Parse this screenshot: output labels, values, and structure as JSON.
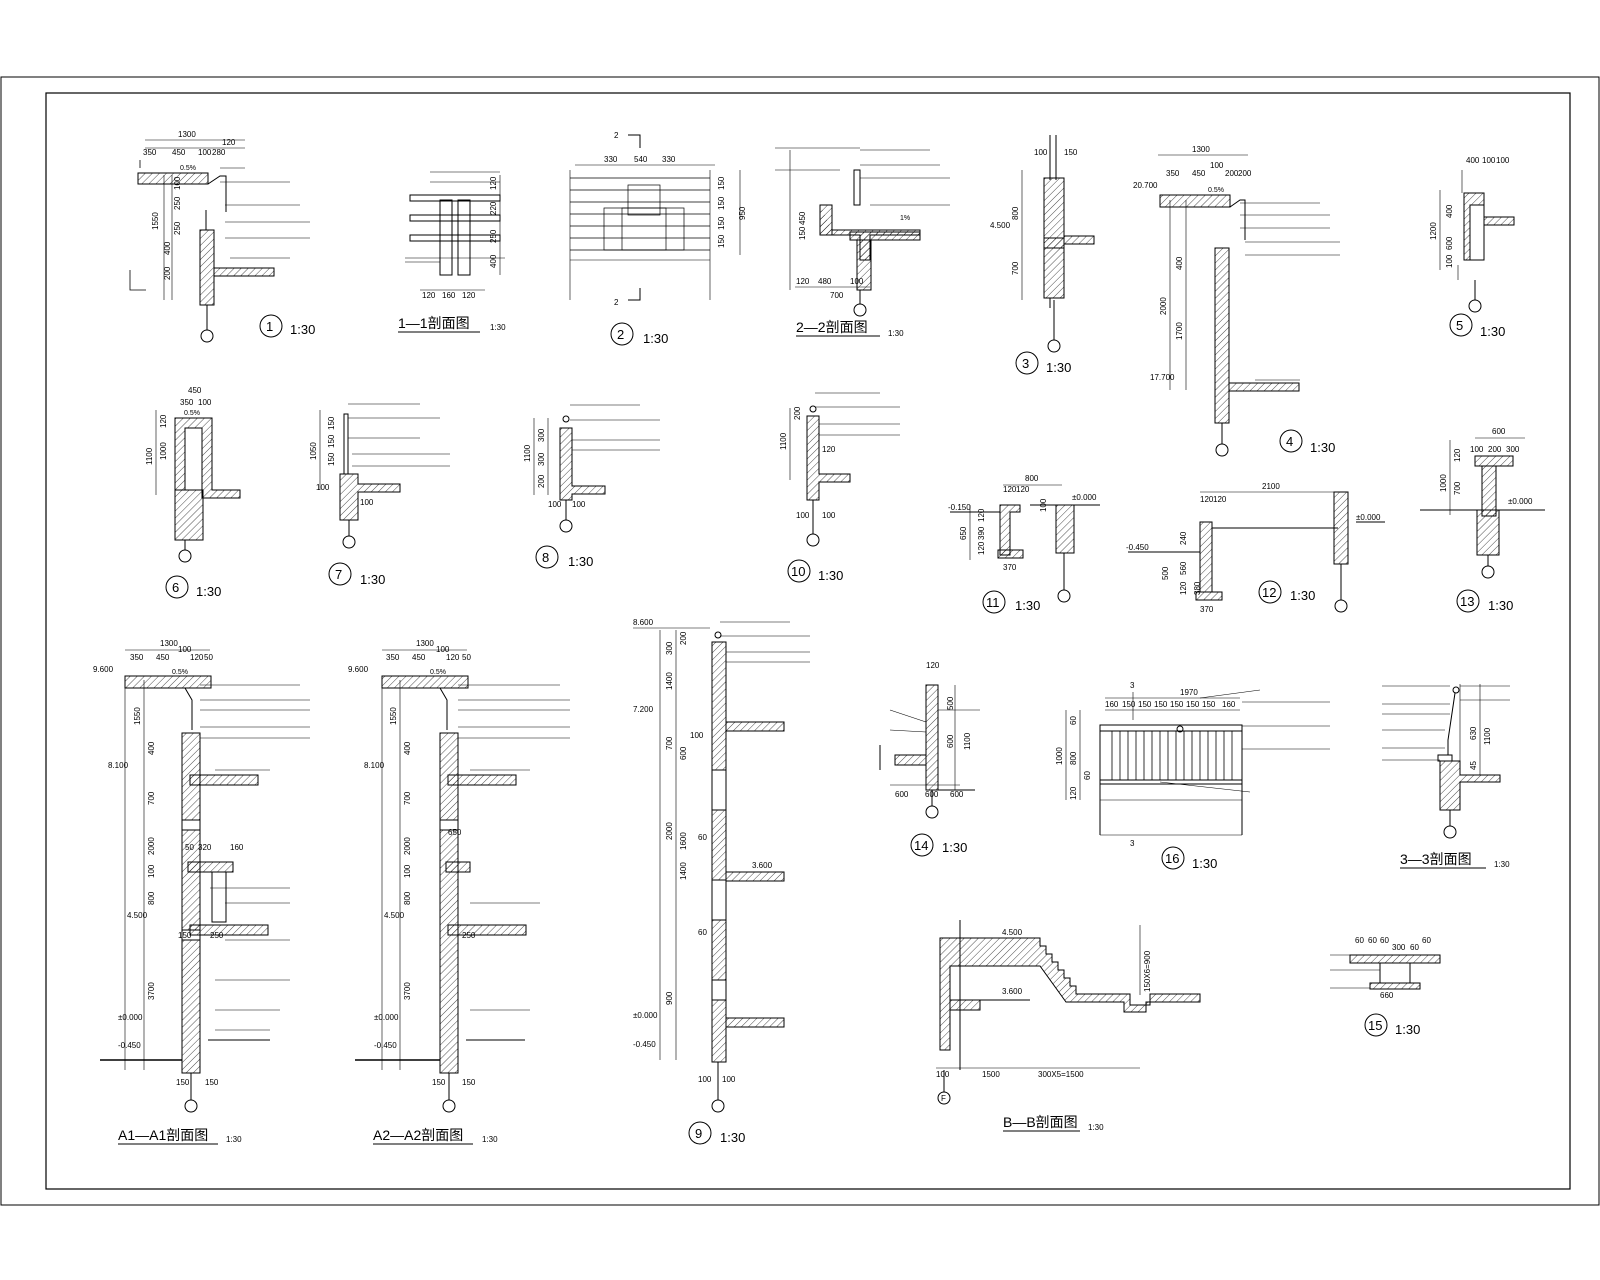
{
  "details": [
    {
      "num": "1",
      "scale": "1:30",
      "dims": [
        "1300",
        "120",
        "350",
        "450",
        "100",
        "280",
        "1550",
        "400",
        "200",
        "250",
        "250",
        "100",
        "0.5%"
      ]
    },
    {
      "num": "2",
      "scale": "1:30",
      "section_mark": "2",
      "dims": [
        "330",
        "540",
        "330",
        "950",
        "150",
        "150",
        "150",
        "150",
        "150",
        "150"
      ]
    },
    {
      "num": "3",
      "scale": "1:30",
      "dims": [
        "100",
        "150",
        "800",
        "4.500",
        "700"
      ]
    },
    {
      "num": "4",
      "scale": "1:30",
      "dims": [
        "1300",
        "350",
        "450",
        "100",
        "200",
        "200",
        "20.700",
        "0.5%",
        "2000",
        "1700",
        "400",
        "17.700"
      ]
    },
    {
      "num": "5",
      "scale": "1:30",
      "dims": [
        "400",
        "100",
        "100",
        "1200",
        "400",
        "600",
        "100"
      ]
    },
    {
      "num": "6",
      "scale": "1:30",
      "dims": [
        "450",
        "350",
        "100",
        "1100",
        "1000",
        "120",
        "0.5%"
      ]
    },
    {
      "num": "7",
      "scale": "1:30",
      "dims": [
        "1050",
        "150",
        "150",
        "150",
        "100",
        "100"
      ]
    },
    {
      "num": "8",
      "scale": "1:30",
      "dims": [
        "1100",
        "300",
        "300",
        "200",
        "100",
        "100"
      ]
    },
    {
      "num": "9",
      "scale": "1:30",
      "dims": [
        "8.600",
        "300",
        "200",
        "1400",
        "7.200",
        "700",
        "600",
        "100",
        "2000",
        "1600",
        "1400",
        "3.600",
        "900",
        "±0.000",
        "-0.450",
        "100",
        "100",
        "60",
        "60"
      ]
    },
    {
      "num": "10",
      "scale": "1:30",
      "dims": [
        "1100",
        "200",
        "100",
        "100",
        "120"
      ]
    },
    {
      "num": "11",
      "scale": "1:30",
      "dims": [
        "800",
        "120",
        "120",
        "100",
        "-0.150",
        "650",
        "120",
        "390",
        "120",
        "±0.000",
        "370"
      ]
    },
    {
      "num": "12",
      "scale": "1:30",
      "dims": [
        "2100",
        "120",
        "120",
        "-0.450",
        "240",
        "560",
        "500",
        "120",
        "380",
        "±0.000",
        "370"
      ]
    },
    {
      "num": "13",
      "scale": "1:30",
      "dims": [
        "600",
        "100",
        "200",
        "300",
        "120",
        "1000",
        "700",
        "±0.000"
      ]
    },
    {
      "num": "14",
      "scale": "1:30",
      "dims": [
        "120",
        "500",
        "600",
        "1100",
        "600",
        "600",
        "600"
      ]
    },
    {
      "num": "15",
      "scale": "1:30",
      "dims": [
        "60",
        "60",
        "60",
        "300",
        "60",
        "60",
        "660"
      ]
    },
    {
      "num": "16",
      "scale": "1:30",
      "section_mark": "3",
      "dims": [
        "1970",
        "160",
        "150",
        "150",
        "150",
        "150",
        "150",
        "150",
        "160",
        "60",
        "1000",
        "800",
        "120",
        "60"
      ]
    }
  ],
  "sections": [
    {
      "id": "1-1",
      "title": "1—1剖面图",
      "scale": "1:30",
      "dims": [
        "120",
        "160",
        "120",
        "120",
        "220",
        "250",
        "400"
      ]
    },
    {
      "id": "2-2",
      "title": "2—2剖面图",
      "scale": "1:30",
      "dims": [
        "450",
        "150",
        "120",
        "480",
        "100",
        "700",
        "1%"
      ]
    },
    {
      "id": "3-3",
      "title": "3—3剖面图",
      "scale": "1:30",
      "dims": [
        "630",
        "1100",
        "45"
      ]
    },
    {
      "id": "A1-A1",
      "title": "A1—A1剖面图",
      "scale": "1:30",
      "dims": [
        "1300",
        "350",
        "450",
        "100",
        "120",
        "50",
        "9.600",
        "1550",
        "400",
        "8.100",
        "700",
        "2000",
        "100",
        "4.500",
        "3700",
        "±0.000",
        "-0.450",
        "150",
        "150",
        "50",
        "320",
        "160",
        "800",
        "150",
        "250",
        "0.5%"
      ]
    },
    {
      "id": "A2-A2",
      "title": "A2—A2剖面图",
      "scale": "1:30",
      "dims": [
        "1300",
        "350",
        "450",
        "100",
        "120",
        "50",
        "9.600",
        "1550",
        "400",
        "8.100",
        "700",
        "2000",
        "100",
        "4.500",
        "3700",
        "±0.000",
        "-0.450",
        "150",
        "150",
        "650",
        "250",
        "800",
        "0.5%"
      ]
    },
    {
      "id": "B-B",
      "title": "B—B剖面图",
      "scale": "1:30",
      "axis": "F",
      "dims": [
        "4.500",
        "3.600",
        "150X6=900",
        "100",
        "1500",
        "300X5=1500"
      ]
    }
  ],
  "colors": {
    "ink": "#000000",
    "paper": "#ffffff"
  }
}
